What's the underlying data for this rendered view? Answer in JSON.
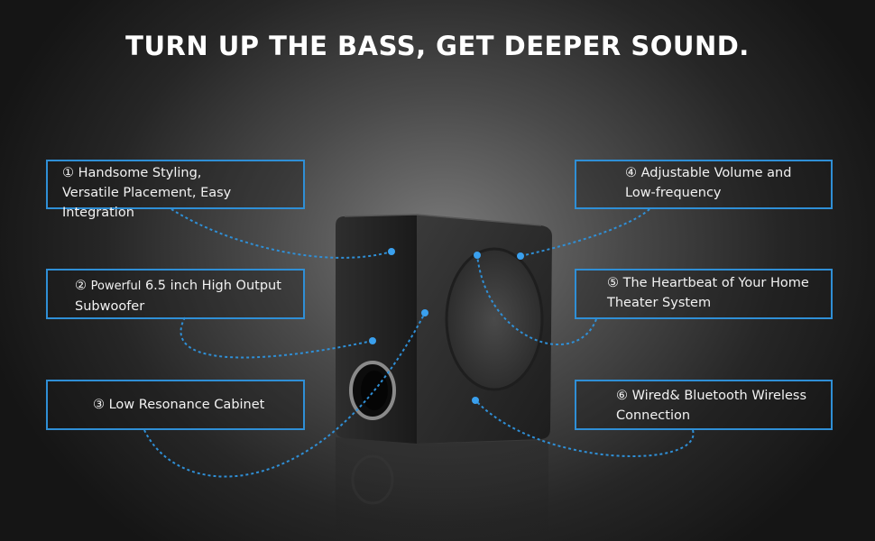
{
  "headline": "TURN UP THE BASS, GET DEEPER SOUND.",
  "accent_color": "#2f8fd6",
  "features": [
    {
      "lines": [
        "① Handsome Styling,",
        "Versatile Placement, Easy Integration"
      ]
    },
    {
      "prefix": "②",
      "small": "Powerful",
      "rest": "6.5 inch High Output",
      "line2": "Subwoofer"
    },
    {
      "lines": [
        "③  Low Resonance Cabinet"
      ]
    },
    {
      "lines": [
        "④  Adjustable Volume and",
        "Low-frequency"
      ]
    },
    {
      "lines": [
        "⑤  The Heartbeat of Your Home",
        "Theater System"
      ]
    },
    {
      "lines": [
        "⑥  Wired& Bluetooth Wireless",
        "Connection"
      ]
    }
  ]
}
